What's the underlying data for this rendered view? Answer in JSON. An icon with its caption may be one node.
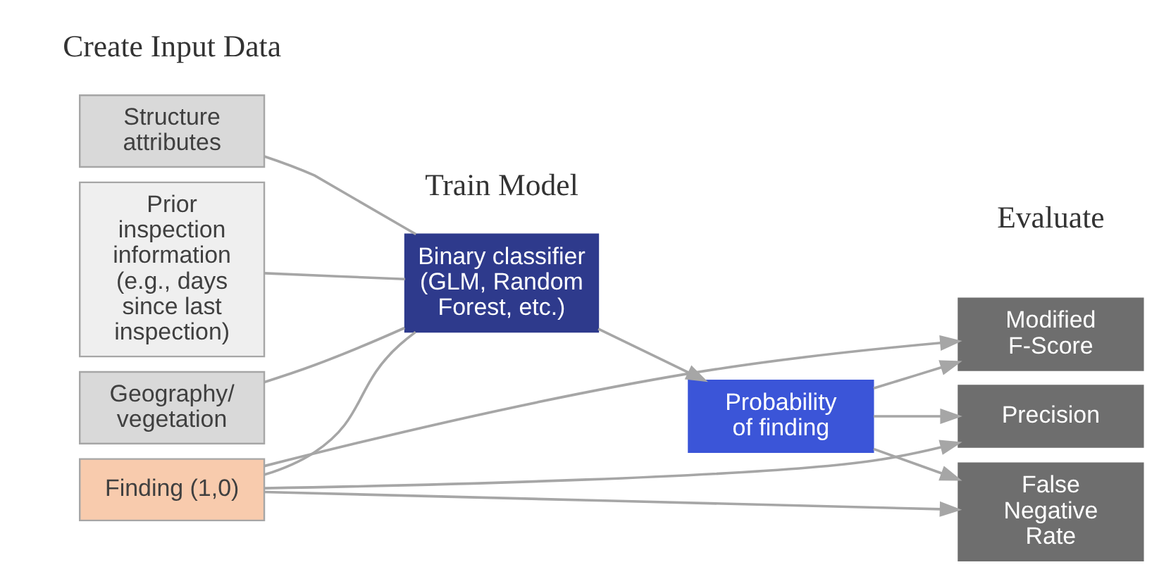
{
  "diagram": {
    "nodes": [
      {
        "text": [
          "Structure attributes"
        ]
      },
      {
        "text": [
          "Prior inspection information (e.g., days since last inspection)"
        ]
      },
      {
        "text": [
          "Geography/ vegetation"
        ]
      },
      {
        "text": [
          "Finding (1,0)"
        ]
      },
      {
        "text": [
          "Binary classifier (GLM, Random Forest, etc.)"
        ]
      },
      {
        "text": [
          "Probability of finding"
        ]
      },
      {
        "text": [
          "Modified F-Score"
        ]
      },
      {
        "text": [
          "Precision"
        ]
      },
      {
        "text": [
          "False Negative Rate"
        ]
      }
    ],
    "edges": [
      {
        "from": 0,
        "to": 4,
        "arrow": "none"
      },
      {
        "from": 1,
        "to": 4,
        "arrow": "none"
      },
      {
        "from": 2,
        "to": 4,
        "arrow": "none"
      },
      {
        "from": 3,
        "to": 4,
        "arrow": "none"
      },
      {
        "from": 4,
        "to": 5,
        "arrow": "to"
      },
      {
        "from": 5,
        "to": 6,
        "arrow": "to"
      },
      {
        "from": 5,
        "to": 7,
        "arrow": "to"
      },
      {
        "from": 5,
        "to": 8,
        "arrow": "to"
      },
      {
        "from": 3,
        "to": 6,
        "arrow": "to"
      },
      {
        "from": 3,
        "to": 7,
        "arrow": "to"
      },
      {
        "from": 3,
        "to": 8,
        "arrow": "to"
      }
    ],
    "labels": [
      "Create Input Data",
      "Train Model",
      "Evaluate"
    ]
  }
}
